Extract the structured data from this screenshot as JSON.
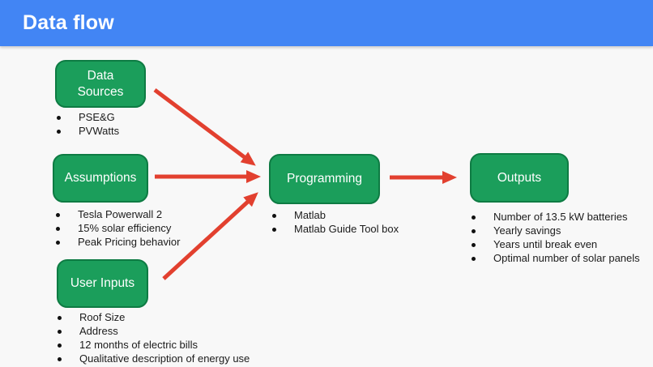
{
  "header": {
    "title": "Data flow"
  },
  "colors": {
    "header_bg": "#4285f4",
    "node_fill": "#1b9e5b",
    "node_border": "#0e7b43",
    "arrow": "#e2402f",
    "background": "#f8f8f8",
    "text": "#1b1b1b"
  },
  "nodes": [
    {
      "id": "data-sources",
      "label": "Data Sources",
      "items": [
        "PSE&G",
        "PVWatts"
      ]
    },
    {
      "id": "assumptions",
      "label": "Assumptions",
      "items": [
        "Tesla Powerwall 2",
        "15% solar efficiency",
        "Peak Pricing behavior"
      ]
    },
    {
      "id": "user-inputs",
      "label": "User Inputs",
      "items": [
        "Roof Size",
        "Address",
        "12 months of electric bills",
        "Qualitative description of energy use"
      ]
    },
    {
      "id": "programming",
      "label": "Programming",
      "items": [
        "Matlab",
        "Matlab Guide Tool box"
      ]
    },
    {
      "id": "outputs",
      "label": "Outputs",
      "items": [
        "Number of 13.5 kW batteries",
        "Yearly savings",
        "Years until break even",
        "Optimal number of solar panels"
      ]
    }
  ],
  "connections": [
    {
      "from": "data-sources",
      "to": "programming"
    },
    {
      "from": "assumptions",
      "to": "programming"
    },
    {
      "from": "user-inputs",
      "to": "programming"
    },
    {
      "from": "programming",
      "to": "outputs"
    }
  ]
}
